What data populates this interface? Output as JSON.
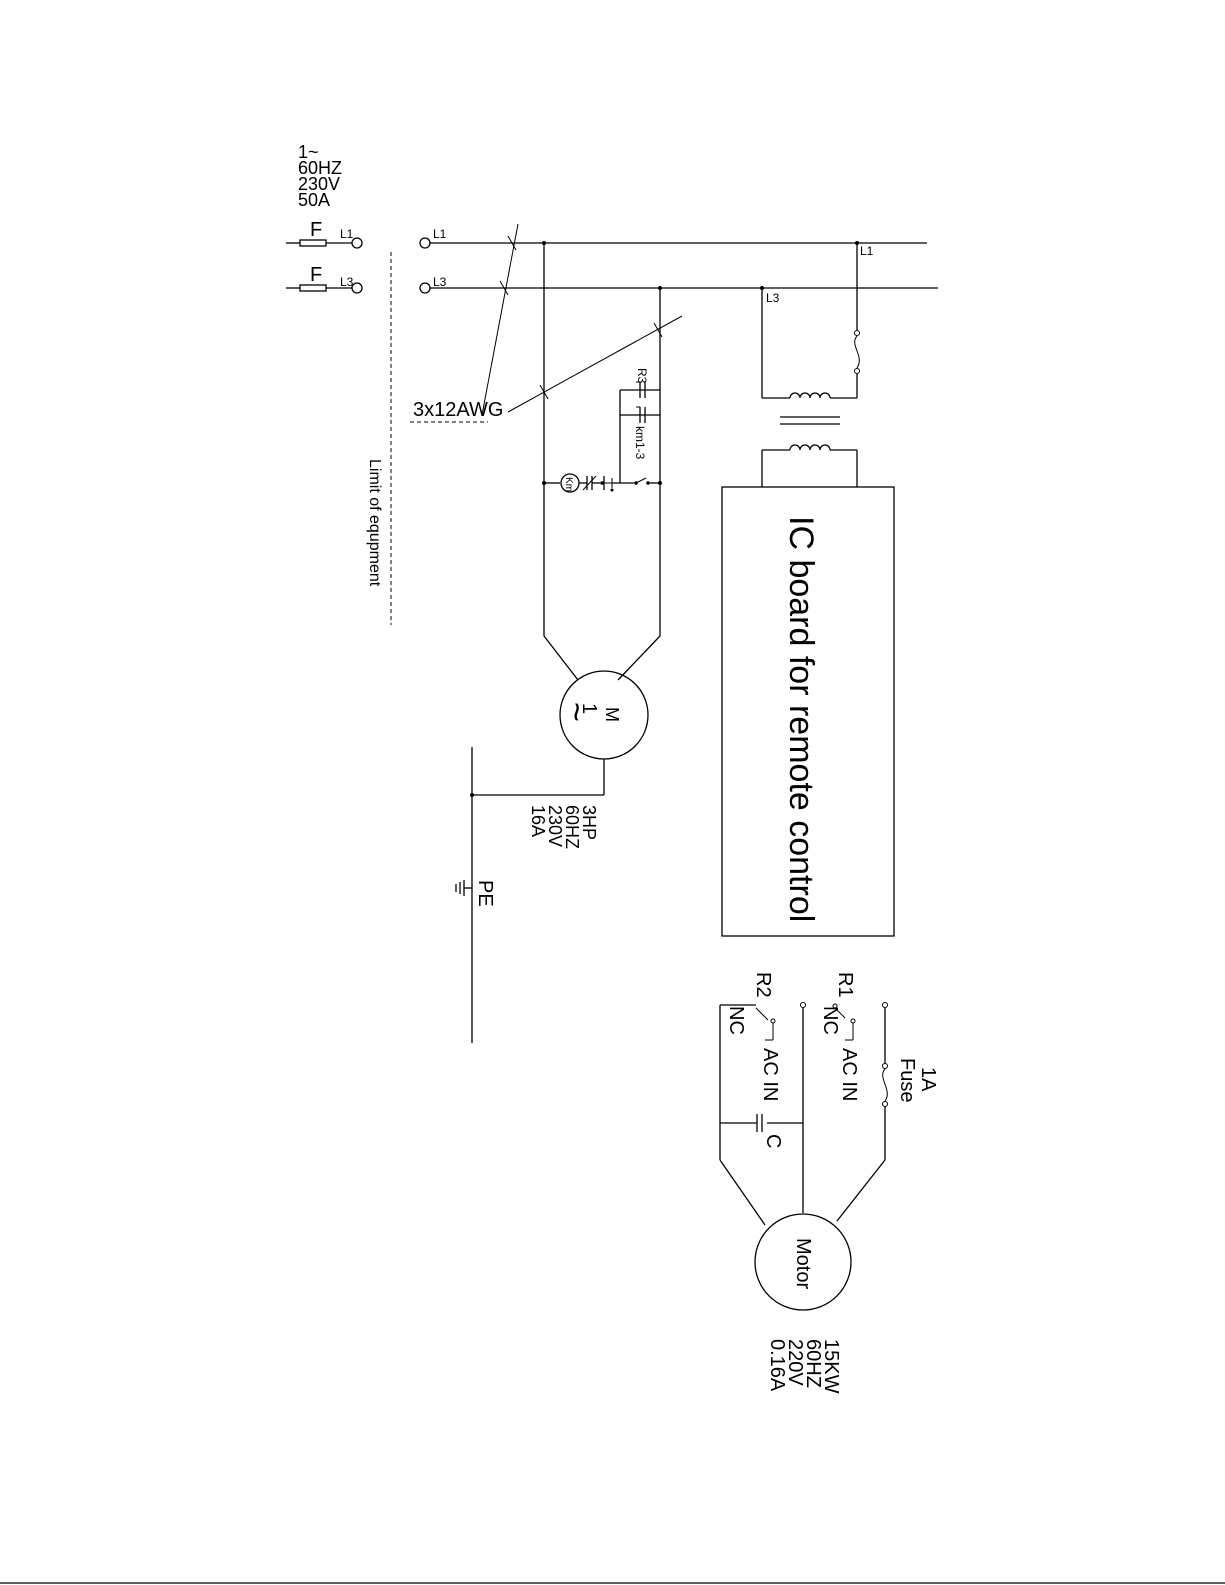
{
  "supply": {
    "phase": "1~",
    "freq": "60HZ",
    "voltage": "230V",
    "current": "50A",
    "fuse1": "F",
    "fuse2": "F",
    "in_l1": "L1",
    "in_l3": "L3",
    "out_l1": "L1",
    "out_l3": "L3"
  },
  "cable": "3x12AWG",
  "limit_label": "Limit of equpment",
  "control": {
    "r3": "R3",
    "km": "km1-3",
    "coil": "Km"
  },
  "motor_main": {
    "symbol_m": "M",
    "symbol_phase": "1",
    "symbol_tilde": "~",
    "hp": "3HP",
    "freq": "60HZ",
    "voltage": "230V",
    "current": "16A"
  },
  "ground": "PE",
  "transformer_tap_l1": "L1",
  "transformer_tap_l3": "L3",
  "ic_board": "IC board for remote control",
  "relays": {
    "r1": "R1",
    "r1_nc": "NC",
    "r1_acin": "AC IN",
    "r2": "R2",
    "r2_nc": "NC",
    "r2_acin": "AC IN",
    "fuse_rating": "1A",
    "fuse_label": "Fuse",
    "cap": "C"
  },
  "motor_small": {
    "label": "Motor",
    "power": "15KW",
    "freq": "60HZ",
    "voltage": "220V",
    "current": "0.16A"
  }
}
